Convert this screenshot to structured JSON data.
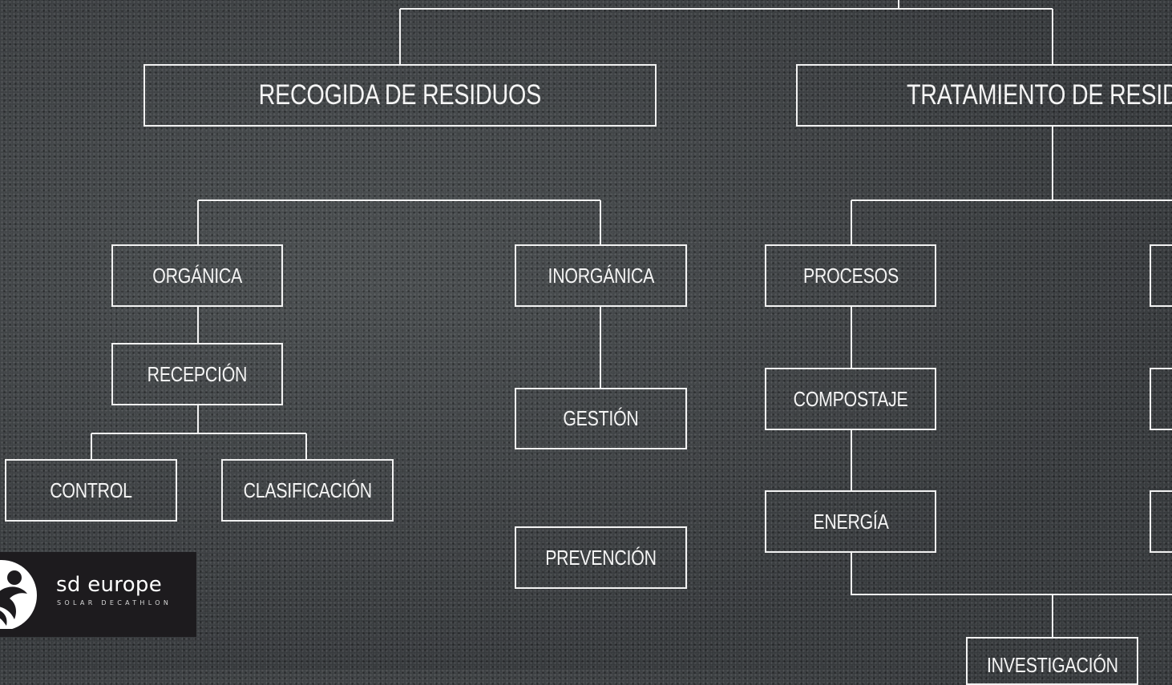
{
  "diagram": {
    "nodes": {
      "recogida": "RECOGIDA DE RESIDUOS",
      "tratamiento": "TRATAMIENTO DE RESIDU",
      "organica": "ORGÁNICA",
      "inorganica": "INORGÁNICA",
      "procesos": "PROCESOS",
      "recepcion": "RECEPCIÓN",
      "control": "CONTROL",
      "clasificacion": "CLASIFICACIÓN",
      "gestion": "GESTIÓN",
      "prevencion": "PREVENCIÓN",
      "compostaje": "COMPOSTAJE",
      "energia": "ENERGÍA",
      "investigacion": "INVESTIGACIÓN"
    },
    "edges": [
      [
        "recogida",
        "organica"
      ],
      [
        "recogida",
        "inorganica"
      ],
      [
        "organica",
        "recepcion"
      ],
      [
        "recepcion",
        "control"
      ],
      [
        "recepcion",
        "clasificacion"
      ],
      [
        "inorganica",
        "gestion"
      ],
      [
        "tratamiento",
        "procesos"
      ],
      [
        "procesos",
        "compostaje"
      ],
      [
        "compostaje",
        "energia"
      ],
      [
        "energia",
        "investigacion"
      ]
    ],
    "line_color": "#f2f2f2"
  },
  "logo": {
    "brand": "sd europe",
    "subtitle": "SOLAR DECATHLON"
  }
}
